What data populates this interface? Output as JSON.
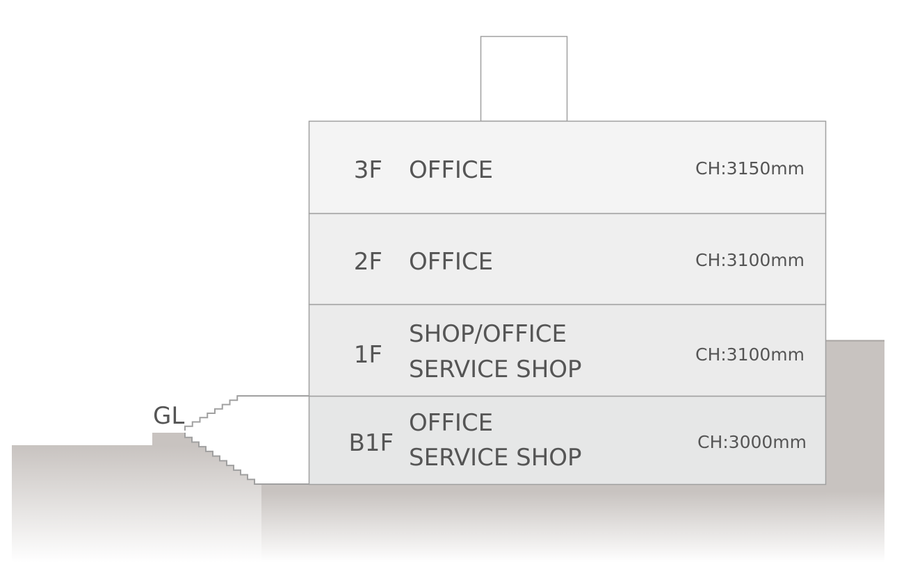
{
  "ground_label": "GL",
  "floors": [
    {
      "level": "3F",
      "use": [
        "OFFICE"
      ],
      "ceiling_height": "CH:3150mm"
    },
    {
      "level": "2F",
      "use": [
        "OFFICE"
      ],
      "ceiling_height": "CH:3100mm"
    },
    {
      "level": "1F",
      "use": [
        "SHOP/OFFICE",
        "SERVICE SHOP"
      ],
      "ceiling_height": "CH:3100mm"
    },
    {
      "level": "B1F",
      "use": [
        "OFFICE",
        "SERVICE SHOP"
      ],
      "ceiling_height": "CH:3000mm"
    }
  ],
  "colors": {
    "ground": "#c8c3c0",
    "line": "#a0a0a0",
    "text": "#555555"
  }
}
